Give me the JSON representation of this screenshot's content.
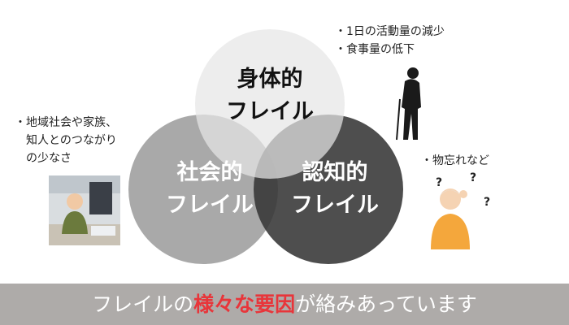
{
  "circles": [
    {
      "id": "physical",
      "line1": "身体的",
      "line2": "フレイル",
      "color": "#e3e3e3",
      "text_color": "#111111"
    },
    {
      "id": "social",
      "line1": "社会的",
      "line2": "フレイル",
      "color": "#a9a9a9",
      "text_color": "#ffffff"
    },
    {
      "id": "cognitive",
      "line1": "認知的",
      "line2": "フレイル",
      "color": "#404040",
      "text_color": "#ffffff"
    }
  ],
  "notes": {
    "physical": [
      "・1日の活動量の減少",
      "・食事量の低下"
    ],
    "social": [
      "・地域社会や家族、",
      "　知人とのつながり",
      "　の少なさ"
    ],
    "cognitive": [
      "・物忘れなど"
    ]
  },
  "question_marks": [
    "?",
    "?",
    "?"
  ],
  "banner": {
    "pre": "フレイルの",
    "highlight": "様々な要因",
    "post": "が絡みあっています",
    "bg": "#aeaba9",
    "highlight_color": "#e8353a"
  }
}
